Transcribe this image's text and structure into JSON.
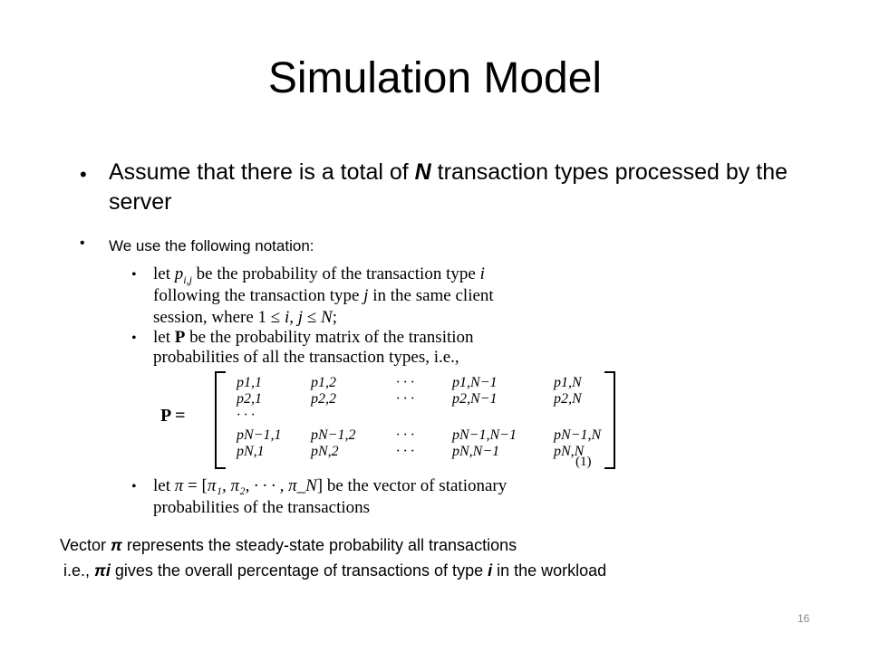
{
  "slide": {
    "title": "Simulation Model",
    "page_number": "16"
  },
  "bullets": {
    "main_before": "Assume that there is a total of ",
    "main_bold": "N",
    "main_after": " transaction types processed by the server",
    "sub": "We use the following notation:"
  },
  "paper": {
    "line1_a": "let ",
    "line1_var": "p",
    "line1_sub": "i,j",
    "line1_b": " be the probability of the transaction type ",
    "line1_c": "i",
    "line2_a": "following the transaction type ",
    "line2_b": "j",
    "line2_c": " in the same client",
    "line3_a": "session, where 1 ≤ ",
    "line3_b": "i, j",
    "line3_c": " ≤ ",
    "line3_d": "N",
    "line3_e": ";",
    "line4_a": "let ",
    "line4_b": "P",
    "line4_c": " be the probability matrix of the transition",
    "line5": "probabilities of all the transaction types, i.e.,",
    "matrix_label": "P =",
    "matrix_cells": [
      [
        "p1,1",
        "p1,2",
        "· · ·",
        "p1,N−1",
        "p1,N"
      ],
      [
        "p2,1",
        "p2,2",
        "· · ·",
        "p2,N−1",
        "p2,N"
      ],
      [
        "· · ·",
        "",
        "",
        "",
        ""
      ],
      [
        "pN−1,1",
        "pN−1,2",
        "· · ·",
        "pN−1,N−1",
        "pN−1,N"
      ],
      [
        "pN,1",
        "pN,2",
        "· · ·",
        "pN,N−1",
        "pN,N"
      ]
    ],
    "equation_number": "(1)",
    "line6_a": "let ",
    "line6_b": "π",
    "line6_c": " = [",
    "line6_d": "π₁, π₂, · · · , π_N",
    "line6_e": "] be the vector of stationary",
    "line7": "probabilities of the transactions"
  },
  "notes": {
    "n1_a": "Vector ",
    "n1_b": "π",
    "n1_c": " represents the steady-state probability all transactions",
    "n2_a": "i.e., ",
    "n2_b": "πi",
    "n2_c": " gives the overall percentage of transactions of type ",
    "n2_d": "i",
    "n2_e": " in the workload"
  }
}
